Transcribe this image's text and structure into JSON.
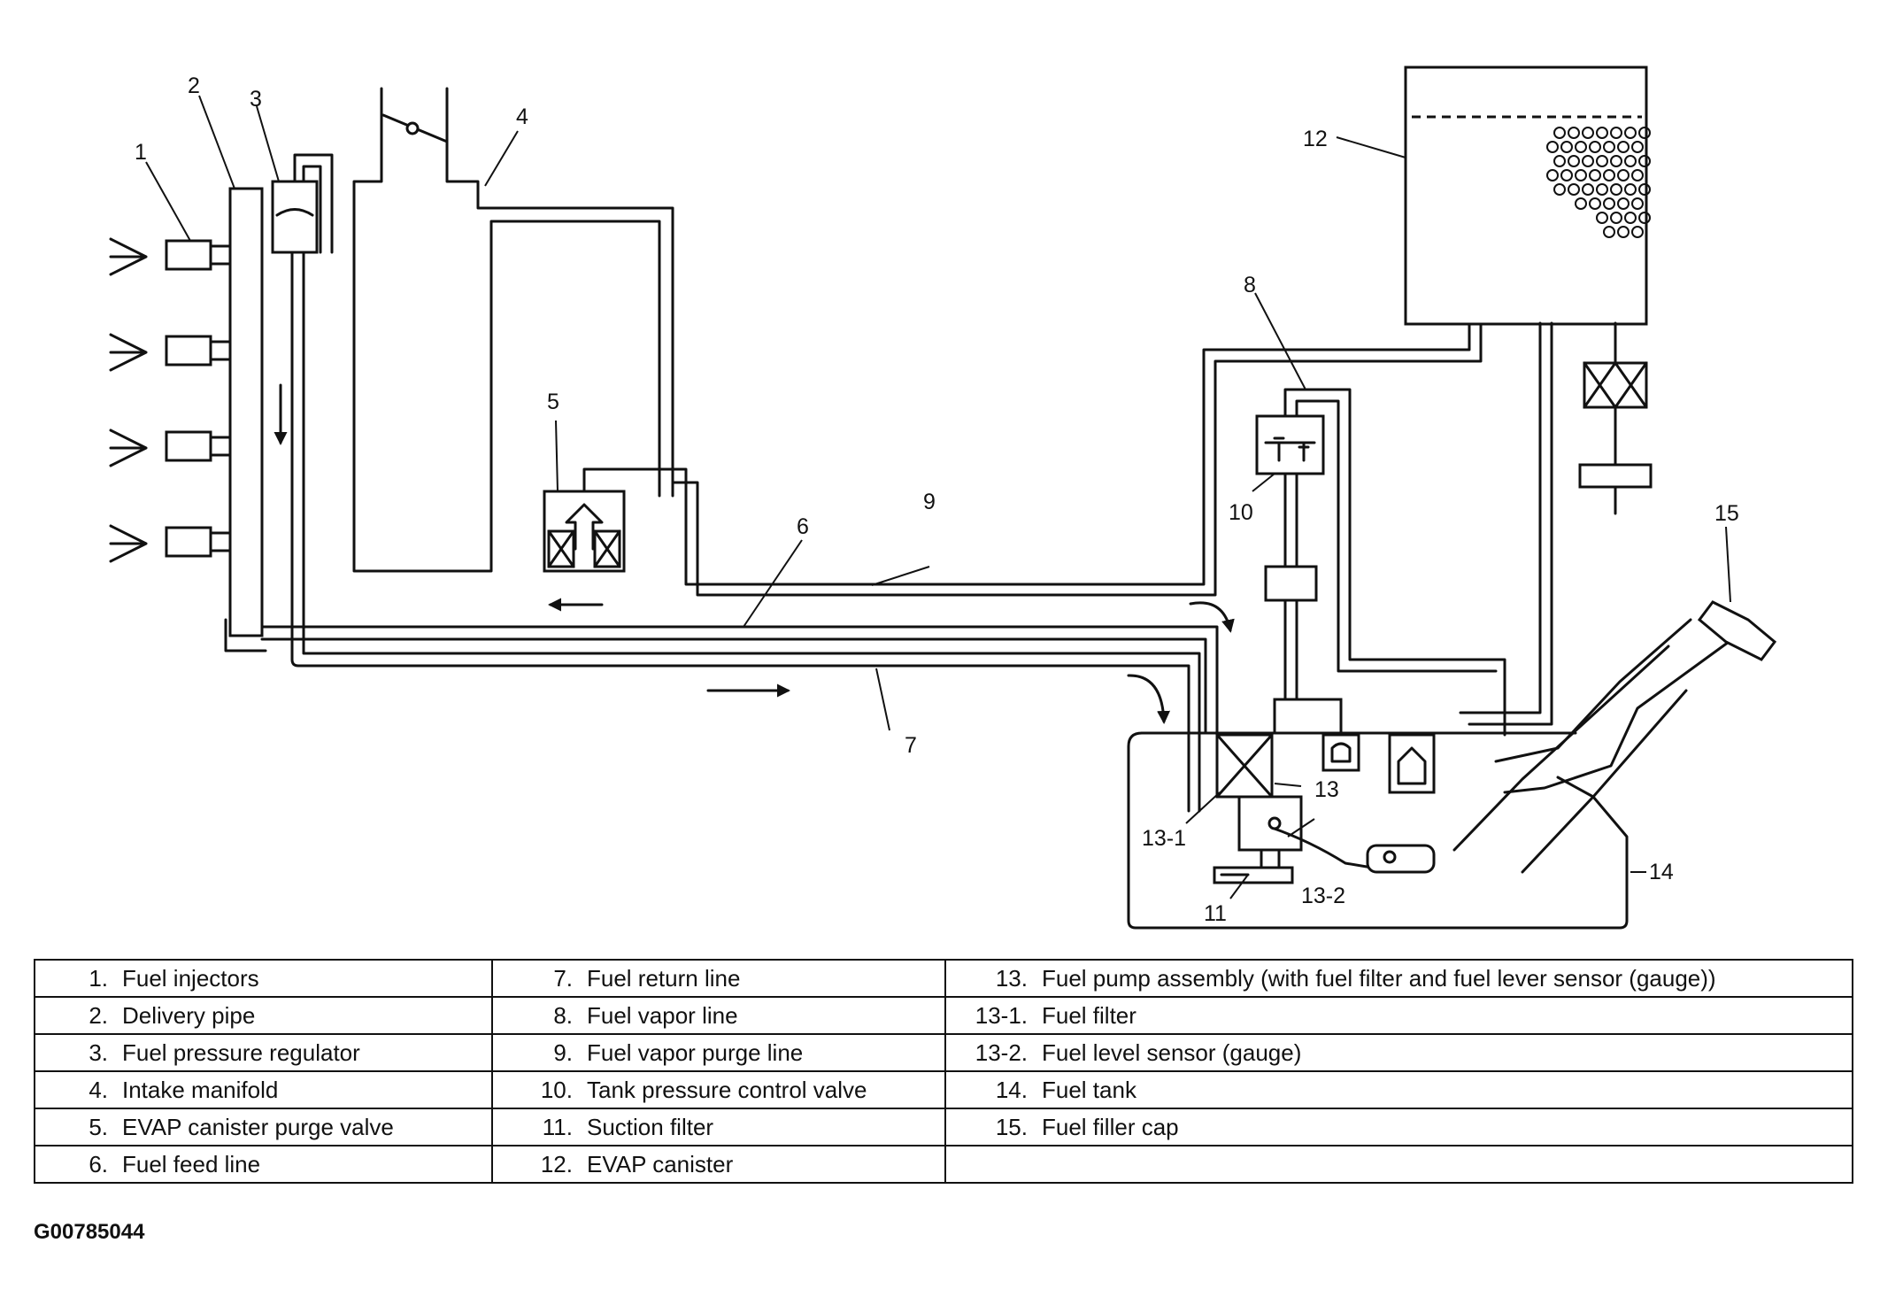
{
  "callouts": [
    "1",
    "2",
    "3",
    "4",
    "5",
    "6",
    "7",
    "8",
    "9",
    "10",
    "11",
    "12",
    "13",
    "13-1",
    "13-2",
    "14",
    "15"
  ],
  "legend": {
    "rows": [
      [
        {
          "num": "1.",
          "label": "Fuel injectors"
        },
        {
          "num": "7.",
          "label": "Fuel return line"
        },
        {
          "num": "13.",
          "label": "Fuel pump assembly (with fuel filter and fuel lever sensor (gauge))"
        }
      ],
      [
        {
          "num": "2.",
          "label": "Delivery pipe"
        },
        {
          "num": "8.",
          "label": "Fuel vapor line"
        },
        {
          "num": "13-1.",
          "label": "Fuel filter"
        }
      ],
      [
        {
          "num": "3.",
          "label": "Fuel pressure regulator"
        },
        {
          "num": "9.",
          "label": "Fuel vapor purge line"
        },
        {
          "num": "13-2.",
          "label": "Fuel level sensor (gauge)"
        }
      ],
      [
        {
          "num": "4.",
          "label": "Intake manifold"
        },
        {
          "num": "10.",
          "label": "Tank pressure control valve"
        },
        {
          "num": "14.",
          "label": "Fuel tank"
        }
      ],
      [
        {
          "num": "5.",
          "label": "EVAP canister purge valve"
        },
        {
          "num": "11.",
          "label": "Suction filter"
        },
        {
          "num": "15.",
          "label": "Fuel filler cap"
        }
      ],
      [
        {
          "num": "6.",
          "label": "Fuel feed line"
        },
        {
          "num": "12.",
          "label": "EVAP canister"
        },
        {
          "num": "",
          "label": ""
        }
      ]
    ]
  },
  "figure_code": "G00785044"
}
